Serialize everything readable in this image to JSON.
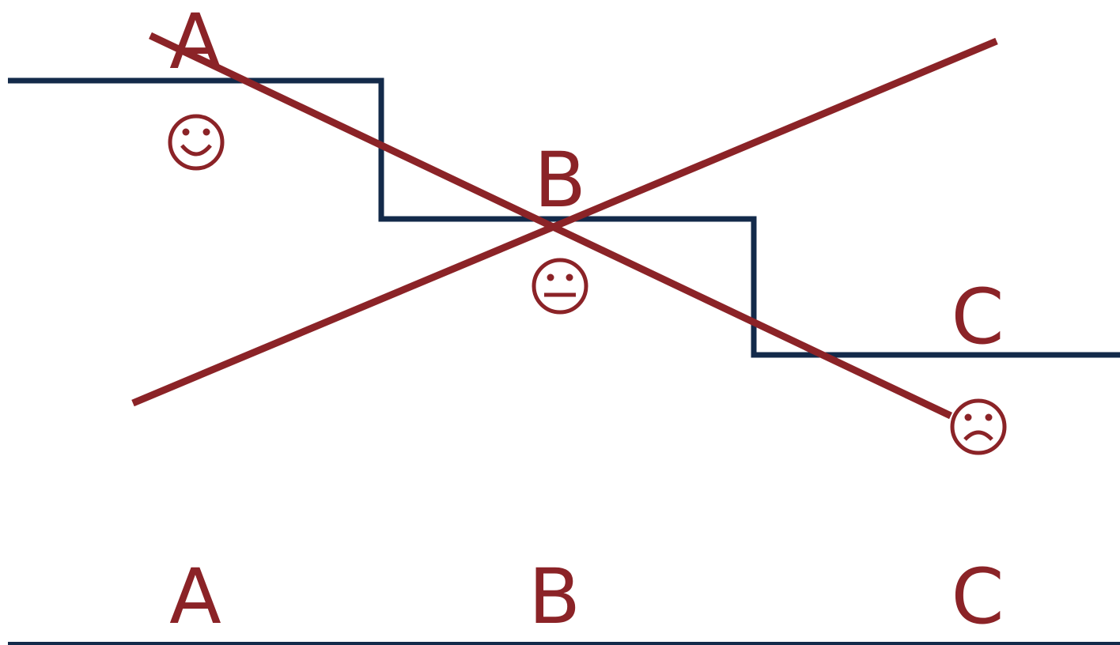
{
  "colors": {
    "line_color": "#8b2327",
    "step_color": "#132a4a",
    "background": "#ffffff"
  },
  "labels": {
    "top_a": "A",
    "top_b": "B",
    "top_c": "C",
    "bottom_a": "A",
    "bottom_b": "B",
    "bottom_c": "C"
  },
  "faces": {
    "happy": "☺",
    "neutral": "😐",
    "sad": "☹"
  },
  "icons": [
    "happy-face-icon",
    "neutral-face-icon",
    "sad-face-icon"
  ]
}
